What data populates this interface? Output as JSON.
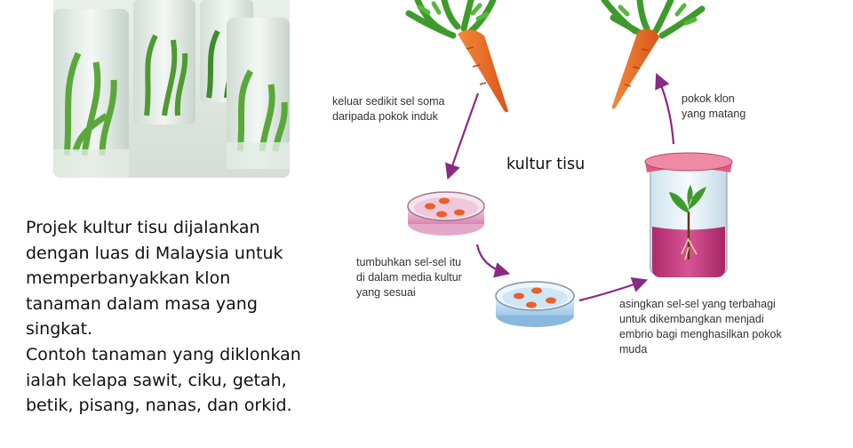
{
  "paragraph": {
    "text1": "Projek kultur tisu dijalankan dengan luas di Malaysia untuk memperbanyakkan klon tanaman dalam masa yang singkat.",
    "text2": "Contoh tanaman yang diklonkan ialah kelapa sawit, ciku, getah, betik, pisang, nanas, dan orkid."
  },
  "diagram": {
    "center_label": "kultur tisu",
    "step1": [
      "keluar sedikit sel soma",
      "daripada pokok induk"
    ],
    "step2": [
      "tumbuhkan sel-sel itu",
      "di dalam media kultur",
      "yang sesuai"
    ],
    "step3": [
      "asingkan sel-sel yang terbahagi",
      "untuk dikembangkan menjadi",
      "embrio bagi menghasilkan pokok",
      "muda"
    ],
    "step4": [
      "pokok klon",
      "yang matang"
    ]
  },
  "icons": [
    "tissue-culture-jars-photo",
    "carrot-icon",
    "petri-dish-icon",
    "culture-jar-icon"
  ],
  "colors": {
    "arrow": "#8a2a85",
    "carrot": "#e86a24",
    "leaves": "#3f9a2c",
    "jar_medium": "#c2367a"
  }
}
